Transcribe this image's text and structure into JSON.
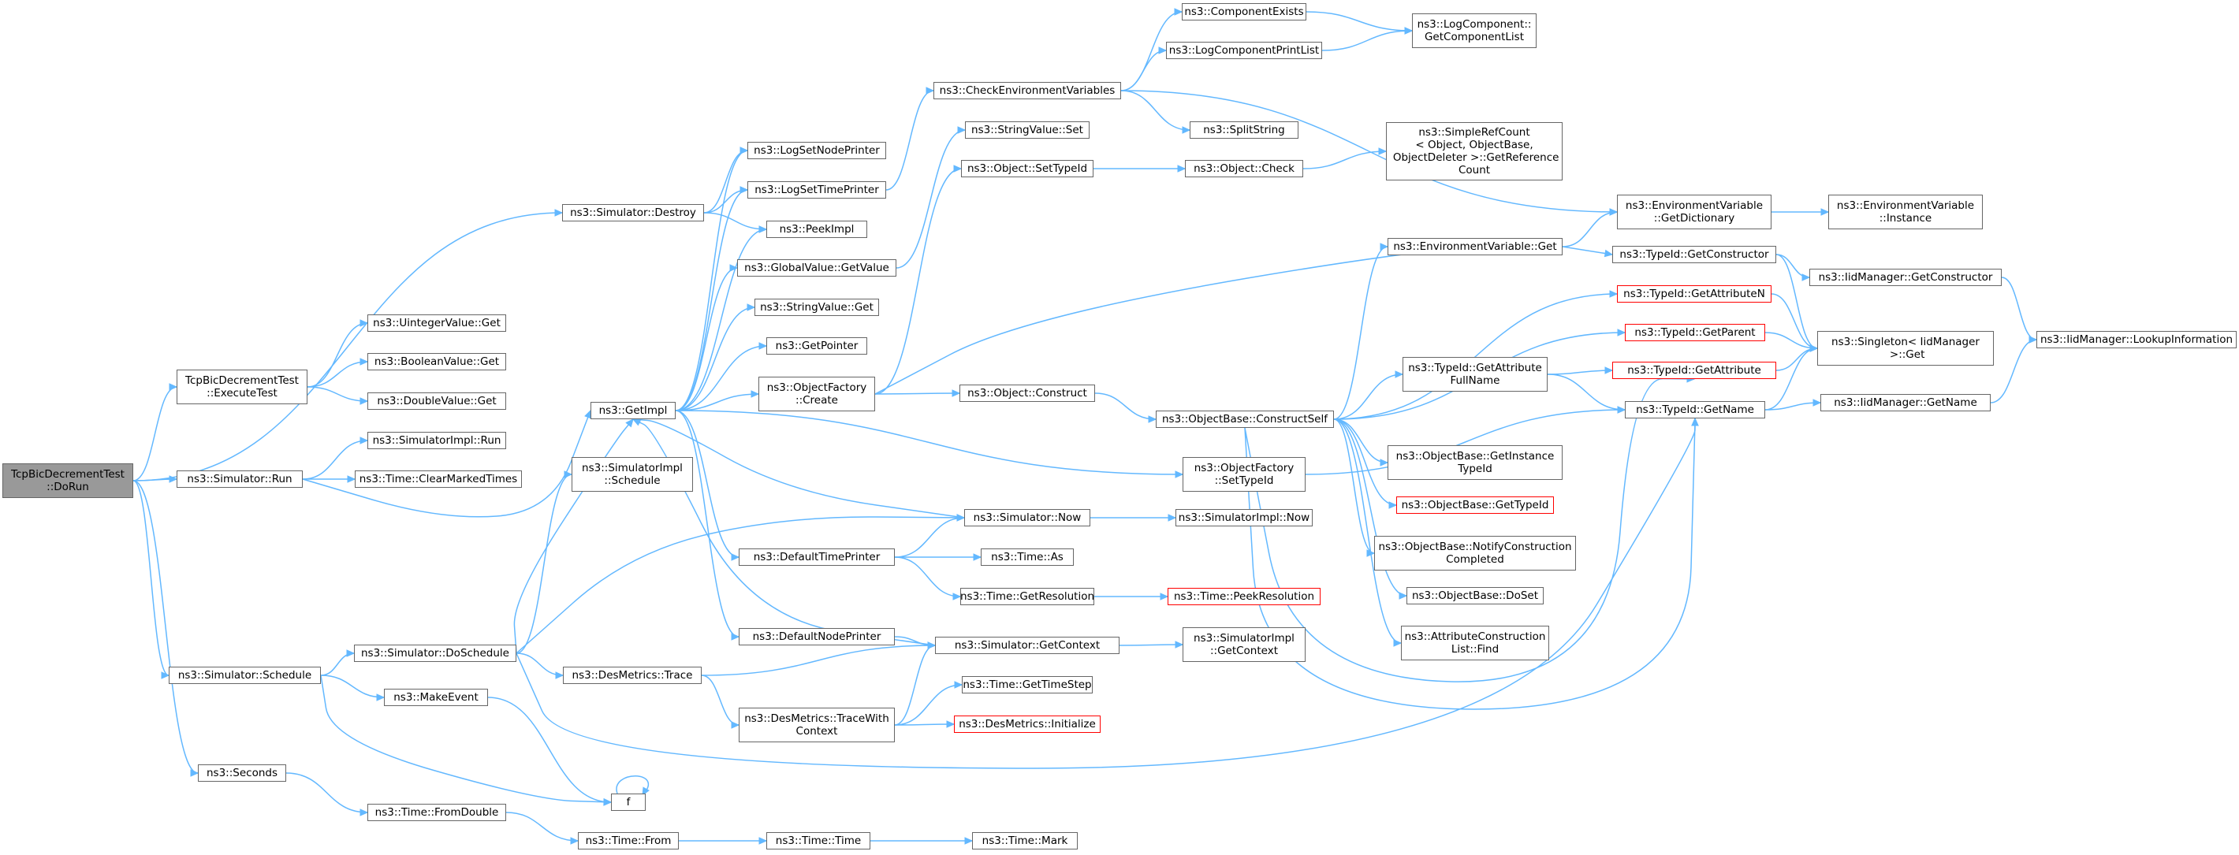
{
  "colors": {
    "edge": "#63b8ff",
    "node_border": "#666666",
    "root_fill": "#999999",
    "truncated_border": "#ff0000",
    "background": "#ffffff"
  },
  "nodes": [
    {
      "id": "dorun",
      "label": "TcpBicDecrementTest\n::DoRun",
      "kind": "root"
    },
    {
      "id": "destroy",
      "label": "ns3::Simulator::Destroy",
      "kind": "normal"
    },
    {
      "id": "executetest",
      "label": "TcpBicDecrementTest\n::ExecuteTest",
      "kind": "normal"
    },
    {
      "id": "run",
      "label": "ns3::Simulator::Run",
      "kind": "normal"
    },
    {
      "id": "schedule",
      "label": "ns3::Simulator::Schedule",
      "kind": "normal"
    },
    {
      "id": "seconds",
      "label": "ns3::Seconds",
      "kind": "normal"
    },
    {
      "id": "uintget",
      "label": "ns3::UintegerValue::Get",
      "kind": "normal"
    },
    {
      "id": "boolget",
      "label": "ns3::BooleanValue::Get",
      "kind": "normal"
    },
    {
      "id": "doubleget",
      "label": "ns3::DoubleValue::Get",
      "kind": "normal"
    },
    {
      "id": "simimplrun",
      "label": "ns3::SimulatorImpl::Run",
      "kind": "normal"
    },
    {
      "id": "clearmarked",
      "label": "ns3::Time::ClearMarkedTimes",
      "kind": "normal"
    },
    {
      "id": "getimpl",
      "label": "ns3::GetImpl",
      "kind": "normal"
    },
    {
      "id": "simimplsched",
      "label": "ns3::SimulatorImpl\n::Schedule",
      "kind": "normal"
    },
    {
      "id": "doschedule",
      "label": "ns3::Simulator::DoSchedule",
      "kind": "normal"
    },
    {
      "id": "makeevent",
      "label": "ns3::MakeEvent",
      "kind": "normal"
    },
    {
      "id": "f",
      "label": "f",
      "kind": "normal"
    },
    {
      "id": "fromdouble",
      "label": "ns3::Time::FromDouble",
      "kind": "normal"
    },
    {
      "id": "from",
      "label": "ns3::Time::From",
      "kind": "normal"
    },
    {
      "id": "timetime",
      "label": "ns3::Time::Time",
      "kind": "normal"
    },
    {
      "id": "mark",
      "label": "ns3::Time::Mark",
      "kind": "normal"
    },
    {
      "id": "lognodeprinter",
      "label": "ns3::LogSetNodePrinter",
      "kind": "normal"
    },
    {
      "id": "logtimeprinter",
      "label": "ns3::LogSetTimePrinter",
      "kind": "normal"
    },
    {
      "id": "peekimpl",
      "label": "ns3::PeekImpl",
      "kind": "normal"
    },
    {
      "id": "globalget",
      "label": "ns3::GlobalValue::GetValue",
      "kind": "normal"
    },
    {
      "id": "stringget",
      "label": "ns3::StringValue::Get",
      "kind": "normal"
    },
    {
      "id": "getpointer",
      "label": "ns3::GetPointer",
      "kind": "normal"
    },
    {
      "id": "ofcreate",
      "label": "ns3::ObjectFactory\n::Create",
      "kind": "normal"
    },
    {
      "id": "deftimeprinter",
      "label": "ns3::DefaultTimePrinter",
      "kind": "normal"
    },
    {
      "id": "defnodeprinter",
      "label": "ns3::DefaultNodePrinter",
      "kind": "normal"
    },
    {
      "id": "destrace",
      "label": "ns3::DesMetrics::Trace",
      "kind": "normal"
    },
    {
      "id": "destracectx",
      "label": "ns3::DesMetrics::TraceWith\nContext",
      "kind": "normal"
    },
    {
      "id": "checkenv",
      "label": "ns3::CheckEnvironmentVariables",
      "kind": "normal"
    },
    {
      "id": "stringset",
      "label": "ns3::StringValue::Set",
      "kind": "normal"
    },
    {
      "id": "settypeid",
      "label": "ns3::Object::SetTypeId",
      "kind": "normal"
    },
    {
      "id": "objconstruct",
      "label": "ns3::Object::Construct",
      "kind": "normal"
    },
    {
      "id": "simnow",
      "label": "ns3::Simulator::Now",
      "kind": "normal"
    },
    {
      "id": "timeas",
      "label": "ns3::Time::As",
      "kind": "normal"
    },
    {
      "id": "getres",
      "label": "ns3::Time::GetResolution",
      "kind": "normal"
    },
    {
      "id": "simgetctx",
      "label": "ns3::Simulator::GetContext",
      "kind": "normal"
    },
    {
      "id": "gettimestep",
      "label": "ns3::Time::GetTimeStep",
      "kind": "normal"
    },
    {
      "id": "desinit",
      "label": "ns3::DesMetrics::Initialize",
      "kind": "trunc"
    },
    {
      "id": "compexists",
      "label": "ns3::ComponentExists",
      "kind": "normal"
    },
    {
      "id": "logprintlist",
      "label": "ns3::LogComponentPrintList",
      "kind": "normal"
    },
    {
      "id": "splitstring",
      "label": "ns3::SplitString",
      "kind": "normal"
    },
    {
      "id": "objcheck",
      "label": "ns3::Object::Check",
      "kind": "normal"
    },
    {
      "id": "ofsettypeid",
      "label": "ns3::ObjectFactory\n::SetTypeId",
      "kind": "normal"
    },
    {
      "id": "simimplnow",
      "label": "ns3::SimulatorImpl::Now",
      "kind": "normal"
    },
    {
      "id": "peekres",
      "label": "ns3::Time::PeekResolution",
      "kind": "trunc"
    },
    {
      "id": "simimplctx",
      "label": "ns3::SimulatorImpl\n::GetContext",
      "kind": "normal"
    },
    {
      "id": "constructself",
      "label": "ns3::ObjectBase::ConstructSelf",
      "kind": "normal"
    },
    {
      "id": "getcomplist",
      "label": "ns3::LogComponent::\nGetComponentList",
      "kind": "normal"
    },
    {
      "id": "refcount",
      "label": "ns3::SimpleRefCount\n< Object, ObjectBase,\n ObjectDeleter >::GetReference\nCount",
      "kind": "normal"
    },
    {
      "id": "envget",
      "label": "ns3::EnvironmentVariable::Get",
      "kind": "normal"
    },
    {
      "id": "attrfullname",
      "label": "ns3::TypeId::GetAttribute\nFullName",
      "kind": "normal"
    },
    {
      "id": "getinsttid",
      "label": "ns3::ObjectBase::GetInstance\nTypeId",
      "kind": "normal"
    },
    {
      "id": "obgettid",
      "label": "ns3::ObjectBase::GetTypeId",
      "kind": "trunc"
    },
    {
      "id": "notifyconst",
      "label": "ns3::ObjectBase::NotifyConstruction\nCompleted",
      "kind": "normal"
    },
    {
      "id": "doset",
      "label": "ns3::ObjectBase::DoSet",
      "kind": "normal"
    },
    {
      "id": "acfind",
      "label": "ns3::AttributeConstruction\nList::Find",
      "kind": "normal"
    },
    {
      "id": "envdict",
      "label": "ns3::EnvironmentVariable\n::GetDictionary",
      "kind": "normal"
    },
    {
      "id": "getconstructor",
      "label": "ns3::TypeId::GetConstructor",
      "kind": "normal"
    },
    {
      "id": "getattrn",
      "label": "ns3::TypeId::GetAttributeN",
      "kind": "trunc"
    },
    {
      "id": "getparent",
      "label": "ns3::TypeId::GetParent",
      "kind": "trunc"
    },
    {
      "id": "getattr",
      "label": "ns3::TypeId::GetAttribute",
      "kind": "trunc"
    },
    {
      "id": "getname",
      "label": "ns3::TypeId::GetName",
      "kind": "normal"
    },
    {
      "id": "envinstance",
      "label": "ns3::EnvironmentVariable\n::Instance",
      "kind": "normal"
    },
    {
      "id": "iidgetctor",
      "label": "ns3::IidManager::GetConstructor",
      "kind": "normal"
    },
    {
      "id": "singletonget",
      "label": "ns3::Singleton< IidManager\n >::Get",
      "kind": "normal"
    },
    {
      "id": "iidgetname",
      "label": "ns3::IidManager::GetName",
      "kind": "normal"
    },
    {
      "id": "lookupinfo",
      "label": "ns3::IidManager::LookupInformation",
      "kind": "normal"
    }
  ],
  "edges": [
    [
      "dorun",
      "destroy"
    ],
    [
      "dorun",
      "executetest"
    ],
    [
      "dorun",
      "run"
    ],
    [
      "dorun",
      "schedule"
    ],
    [
      "dorun",
      "seconds"
    ],
    [
      "destroy",
      "lognodeprinter"
    ],
    [
      "destroy",
      "logtimeprinter"
    ],
    [
      "destroy",
      "peekimpl"
    ],
    [
      "executetest",
      "uintget"
    ],
    [
      "executetest",
      "boolget"
    ],
    [
      "executetest",
      "doubleget"
    ],
    [
      "run",
      "simimplrun"
    ],
    [
      "run",
      "clearmarked"
    ],
    [
      "run",
      "getimpl"
    ],
    [
      "schedule",
      "doschedule"
    ],
    [
      "schedule",
      "makeevent"
    ],
    [
      "schedule",
      "f"
    ],
    [
      "seconds",
      "fromdouble"
    ],
    [
      "fromdouble",
      "from"
    ],
    [
      "from",
      "timetime"
    ],
    [
      "timetime",
      "mark"
    ],
    [
      "makeevent",
      "f"
    ],
    [
      "f",
      "f"
    ],
    [
      "doschedule",
      "getimpl"
    ],
    [
      "doschedule",
      "simimplsched"
    ],
    [
      "doschedule",
      "simnow"
    ],
    [
      "doschedule",
      "destrace"
    ],
    [
      "doschedule",
      "getname"
    ],
    [
      "getimpl",
      "lognodeprinter"
    ],
    [
      "getimpl",
      "logtimeprinter"
    ],
    [
      "getimpl",
      "peekimpl"
    ],
    [
      "getimpl",
      "globalget"
    ],
    [
      "getimpl",
      "stringget"
    ],
    [
      "getimpl",
      "getpointer"
    ],
    [
      "getimpl",
      "ofcreate"
    ],
    [
      "getimpl",
      "ofsettypeid"
    ],
    [
      "getimpl",
      "deftimeprinter"
    ],
    [
      "getimpl",
      "defnodeprinter"
    ],
    [
      "logtimeprinter",
      "checkenv"
    ],
    [
      "globalget",
      "stringset"
    ],
    [
      "ofcreate",
      "settypeid"
    ],
    [
      "ofcreate",
      "objconstruct"
    ],
    [
      "ofcreate",
      "getconstructor"
    ],
    [
      "settypeid",
      "objcheck"
    ],
    [
      "objcheck",
      "refcount"
    ],
    [
      "checkenv",
      "compexists"
    ],
    [
      "checkenv",
      "logprintlist"
    ],
    [
      "checkenv",
      "splitstring"
    ],
    [
      "checkenv",
      "envdict"
    ],
    [
      "compexists",
      "getcomplist"
    ],
    [
      "logprintlist",
      "getcomplist"
    ],
    [
      "deftimeprinter",
      "simnow"
    ],
    [
      "deftimeprinter",
      "timeas"
    ],
    [
      "deftimeprinter",
      "getres"
    ],
    [
      "getres",
      "peekres"
    ],
    [
      "simnow",
      "simimplnow"
    ],
    [
      "simnow",
      "getimpl"
    ],
    [
      "defnodeprinter",
      "simgetctx"
    ],
    [
      "simgetctx",
      "simimplctx"
    ],
    [
      "simgetctx",
      "getimpl"
    ],
    [
      "destrace",
      "simgetctx"
    ],
    [
      "destrace",
      "destracectx"
    ],
    [
      "destracectx",
      "simgetctx"
    ],
    [
      "destracectx",
      "gettimestep"
    ],
    [
      "destracectx",
      "desinit"
    ],
    [
      "objconstruct",
      "constructself"
    ],
    [
      "ofsettypeid",
      "getname"
    ],
    [
      "constructself",
      "envget"
    ],
    [
      "constructself",
      "getattrn"
    ],
    [
      "constructself",
      "getparent"
    ],
    [
      "constructself",
      "attrfullname"
    ],
    [
      "constructself",
      "getattr"
    ],
    [
      "constructself",
      "getname"
    ],
    [
      "constructself",
      "getinsttid"
    ],
    [
      "constructself",
      "obgettid"
    ],
    [
      "constructself",
      "notifyconst"
    ],
    [
      "constructself",
      "doset"
    ],
    [
      "constructself",
      "acfind"
    ],
    [
      "envget",
      "envdict"
    ],
    [
      "envdict",
      "envinstance"
    ],
    [
      "attrfullname",
      "getattr"
    ],
    [
      "attrfullname",
      "getname"
    ],
    [
      "getconstructor",
      "iidgetctor"
    ],
    [
      "getconstructor",
      "singletonget"
    ],
    [
      "getattrn",
      "singletonget"
    ],
    [
      "getparent",
      "singletonget"
    ],
    [
      "getattr",
      "singletonget"
    ],
    [
      "getname",
      "singletonget"
    ],
    [
      "getname",
      "iidgetname"
    ],
    [
      "iidgetctor",
      "lookupinfo"
    ],
    [
      "iidgetname",
      "lookupinfo"
    ]
  ]
}
